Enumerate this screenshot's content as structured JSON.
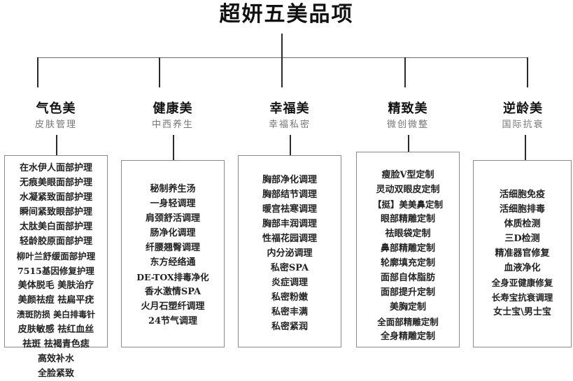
{
  "title": "超妍五美品项",
  "columns": [
    {
      "key": "qisemei",
      "title": "气色美",
      "subtitle": "皮肤管理",
      "items": [
        "在水伊人面部护理",
        "无痕美眼面部护理",
        "水凝紧致面部护理",
        "瞬间紧致眼部护理",
        "太肽美白面部护理",
        "轻龄胶原面部护理",
        "柳叶兰舒缓面部护理",
        "7515基因修复护理",
        "美体脱毛 美肤治疗",
        "美颜祛痘 祛扁平疣",
        "渍斑防损 美白排毒针",
        "皮肤敏感 祛红血丝",
        "祛斑  祛褐青色痣",
        "高效补水",
        "全脸紧致"
      ]
    },
    {
      "key": "jiankangmei",
      "title": "健康美",
      "subtitle": "中西养生",
      "items": [
        "秘制养生汤",
        "一身轻调理",
        "肩颈舒活调理",
        "肠净化调理",
        "纤腰翘臀调理",
        "东方经络通",
        "DE-TOX排毒净化",
        "香水激情SPA",
        "火月石塑纤调理",
        "24节气调理"
      ]
    },
    {
      "key": "xingfumei",
      "title": "幸福美",
      "subtitle": "幸福私密",
      "items": [
        "胸部净化调理",
        "胸部结节调理",
        "暖宫祛寒调理",
        "胸部丰润调理",
        "性福花园调理",
        "内分泌调理",
        "私密SPA",
        "炎症调理",
        "私密粉嫩",
        "私密丰满",
        "私密紧润"
      ]
    },
    {
      "key": "jingzhimei",
      "title": "精致美",
      "subtitle": "微创微整",
      "items": [
        "瘦脸V型定制",
        "灵动双眼皮定制",
        "【挺】美美鼻定制",
        "眼部精雕定制",
        "祛眼袋定制",
        "鼻部精雕定制",
        "轮廓填充定制",
        "面部自体脂肪",
        "面部提升定制",
        "美胸定制",
        "全面部精雕定制",
        "全身精雕定制"
      ]
    },
    {
      "key": "nilingmei",
      "title": "逆龄美",
      "subtitle": "国际抗衰",
      "items": [
        "活细胞免疫",
        "活细胞排毒",
        "体质检测",
        "三D检测",
        "精准器官修复",
        "血液净化",
        "全身亚健康修复",
        "长寿宝抗衰调理",
        "女士宝\\男士宝"
      ]
    }
  ],
  "colors": {
    "text": "#232323",
    "title": "#111111",
    "subtitle": "#767676",
    "line": "#2b2b2b",
    "bar": "#6b6b6b",
    "box_border": "#8a8a8a",
    "background": "#ffffff"
  }
}
